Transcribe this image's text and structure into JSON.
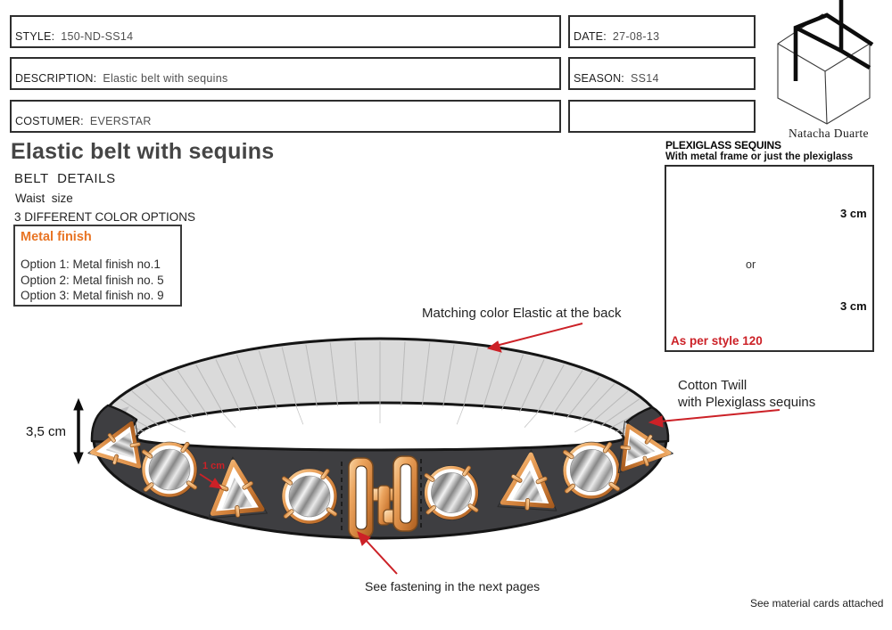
{
  "header": {
    "fields": [
      {
        "label": "STYLE:",
        "value": "150-ND-SS14"
      },
      {
        "label": "DATE:",
        "value": "27-08-13"
      },
      {
        "label": "DESCRIPTION:",
        "value": "Elastic belt with sequins"
      },
      {
        "label": "SEASON:",
        "value": "SS14"
      },
      {
        "label": "COSTUMER:",
        "value": "EVERSTAR"
      },
      {
        "label": "",
        "value": ""
      }
    ]
  },
  "logo": {
    "brand": "Natacha Duarte"
  },
  "page": {
    "title": "Elastic belt with sequins",
    "section_heading": "BELT  DETAILS",
    "waist_label": "Waist  size",
    "color_options_label": "3 DIFFERENT COLOR OPTIONS",
    "material_note": "See material cards attached"
  },
  "metal_finish_box": {
    "heading": "Metal finish",
    "options": [
      "Option 1: Metal finish no.1",
      "Option 2: Metal finish no. 5",
      "Option 3: Metal finish no. 9"
    ]
  },
  "sequins_panel": {
    "heading": "PLEXIGLASS SEQUINS",
    "subheading": "With metal frame or just the plexiglass",
    "or_label": "or",
    "triangle_size": "3 cm",
    "circle_size": "3 cm",
    "style_note": "As per style 120"
  },
  "belt_annotations": {
    "elastic_note": "Matching color Elastic at the back",
    "front_note_line1": "Cotton Twill",
    "front_note_line2": "with Plexiglass sequins",
    "belt_height": "3,5 cm",
    "sequin_gap": "1 cm",
    "fastening_note": "See fastening in the next pages"
  },
  "colors": {
    "accent_orange": "#e87424",
    "annotation_red": "#cc2127",
    "belt_front": "#3e3e41",
    "elastic_gray": "#dadada",
    "copper": "#d0803a",
    "silver": "#c0c0c0"
  }
}
